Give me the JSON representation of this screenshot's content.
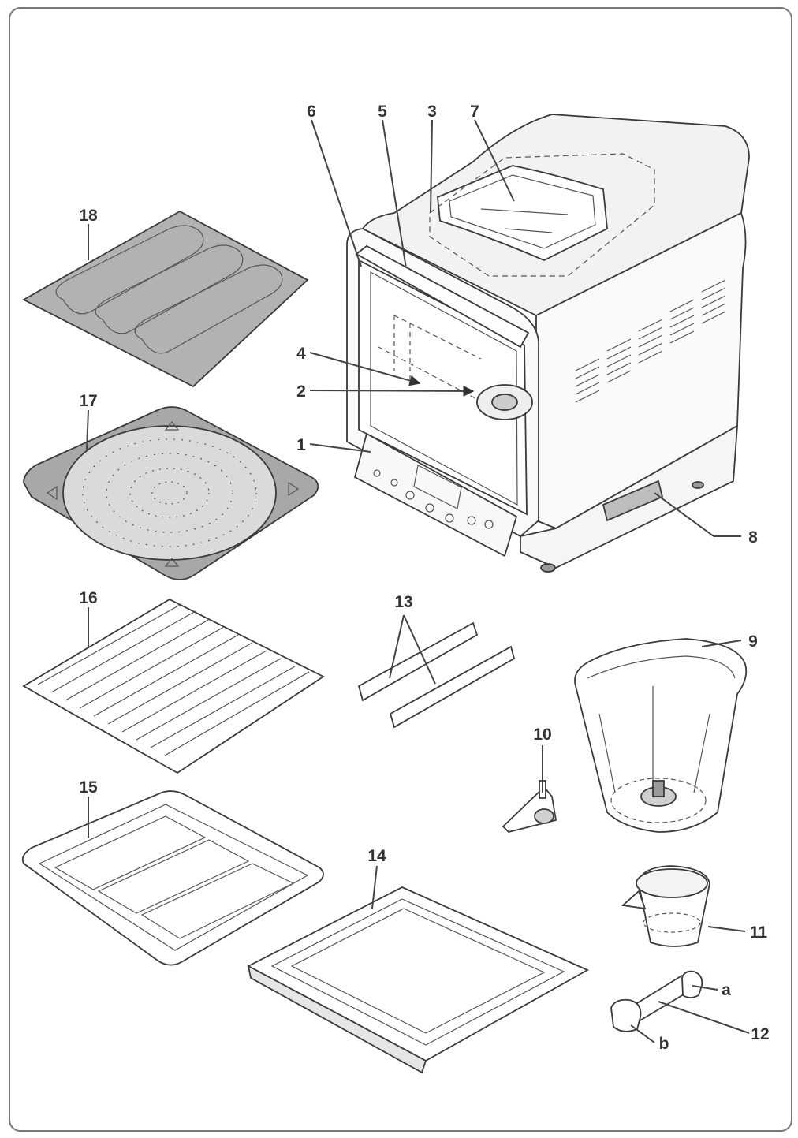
{
  "colors": {
    "frame": "#777777",
    "stroke": "#3a3a3a",
    "gray_fill": "#a9a9a9",
    "light_fill": "#d8d8d8",
    "label": "#333333"
  },
  "labels": {
    "l1": "1",
    "l2": "2",
    "l3": "3",
    "l4": "4",
    "l5": "5",
    "l6": "6",
    "l7": "7",
    "l8": "8",
    "l9": "9",
    "l10": "10",
    "l11": "11",
    "l12": "12",
    "l13": "13",
    "l14": "14",
    "l15": "15",
    "l16": "16",
    "l17": "17",
    "l18": "18",
    "la": "a",
    "lb": "b"
  }
}
